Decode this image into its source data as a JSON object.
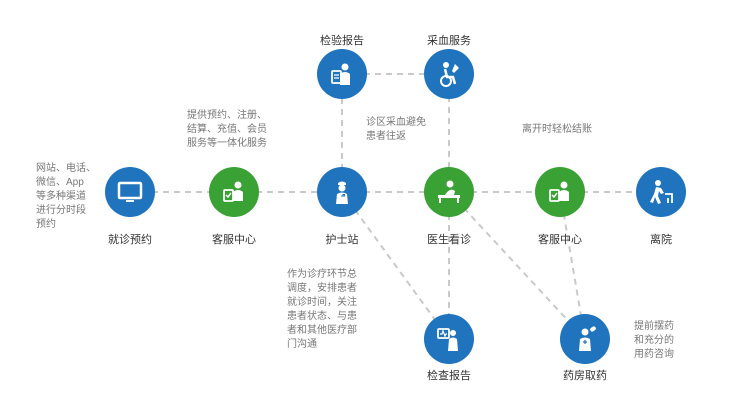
{
  "nodes": {
    "appointment": "就诊预约",
    "service1": "客服中心",
    "nurse": "护士站",
    "doctor": "医生看诊",
    "service2": "客服中心",
    "discharge": "离院",
    "lab_report": "检验报告",
    "blood": "采血服务",
    "exam_report": "检查报告",
    "pharmacy": "药房取药"
  },
  "notes": {
    "channels": [
      "网站、电话、",
      "微信、App",
      "等多种渠道",
      "进行分时段",
      "预约"
    ],
    "service_desc": [
      "提供预约、注册、",
      "结算、充值、会员",
      "服务等一体化服务"
    ],
    "blood_desc": [
      "诊区采血避免",
      "患者往返"
    ],
    "checkout": [
      "离开时轻松结账"
    ],
    "nurse_desc": [
      "作为诊疗环节总",
      "调度，安排患者",
      "就诊时间，关注",
      "患者状态、与患",
      "者和其他医疗部",
      "门沟通"
    ],
    "pharmacy_desc": [
      "提前摆药",
      "和充分的",
      "用药咨询"
    ]
  },
  "colors": {
    "blue": "#1f74bd",
    "green": "#3aa135",
    "connector": "#c9c9c9"
  }
}
